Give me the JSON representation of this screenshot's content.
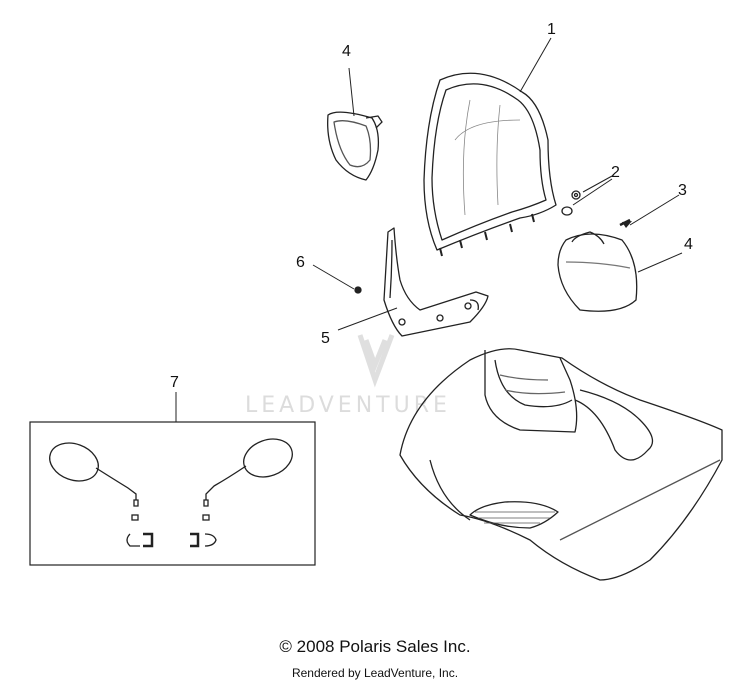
{
  "callouts": [
    "1",
    "2",
    "3",
    "4",
    "4",
    "5",
    "6",
    "7"
  ],
  "watermark": "LEADVENTURE",
  "footer": {
    "copyright": "© 2008 Polaris Sales Inc.",
    "rendered_by": "Rendered by LeadVenture, Inc."
  }
}
